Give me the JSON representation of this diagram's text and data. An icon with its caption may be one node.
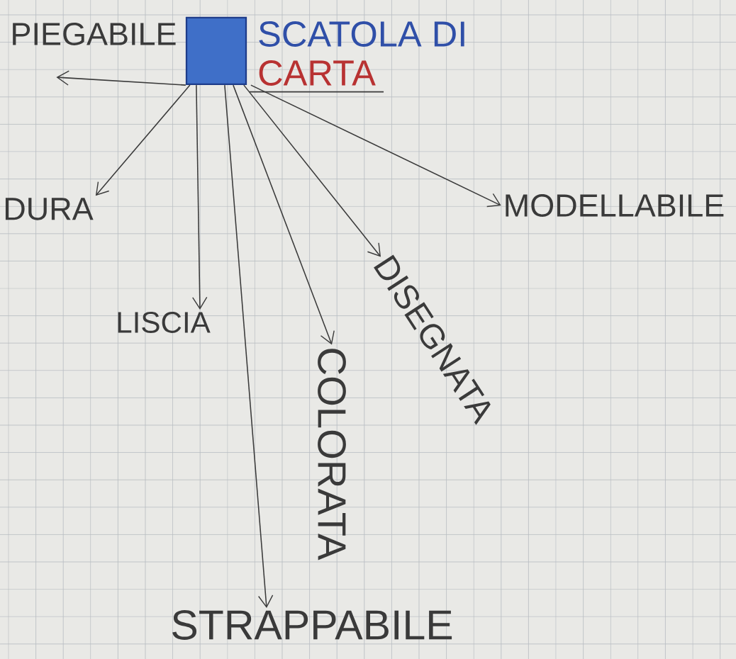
{
  "diagram": {
    "nodes": [
      {
        "text": [],
        "shape": "box",
        "beside": [
          "SCATOLA DI",
          "CARTA"
        ]
      },
      {
        "text": [
          "PIEGABILE"
        ]
      },
      {
        "text": [
          "DURA"
        ]
      },
      {
        "text": [
          "LISCIA"
        ]
      },
      {
        "text": [
          "STRAPPABILE"
        ]
      },
      {
        "text": [
          "COLORATA"
        ]
      },
      {
        "text": [
          "DISEGNATA"
        ]
      },
      {
        "text": [
          "MODELLABILE"
        ]
      }
    ],
    "edges": [
      {
        "from": 0,
        "to": 1,
        "arrow": "to"
      },
      {
        "from": 0,
        "to": 2,
        "arrow": "to"
      },
      {
        "from": 0,
        "to": 3,
        "arrow": "to"
      },
      {
        "from": 0,
        "to": 4,
        "arrow": "to"
      },
      {
        "from": 0,
        "to": 5,
        "arrow": "to"
      },
      {
        "from": 0,
        "to": 6,
        "arrow": "to"
      },
      {
        "from": 0,
        "to": 7,
        "arrow": "to"
      }
    ]
  }
}
